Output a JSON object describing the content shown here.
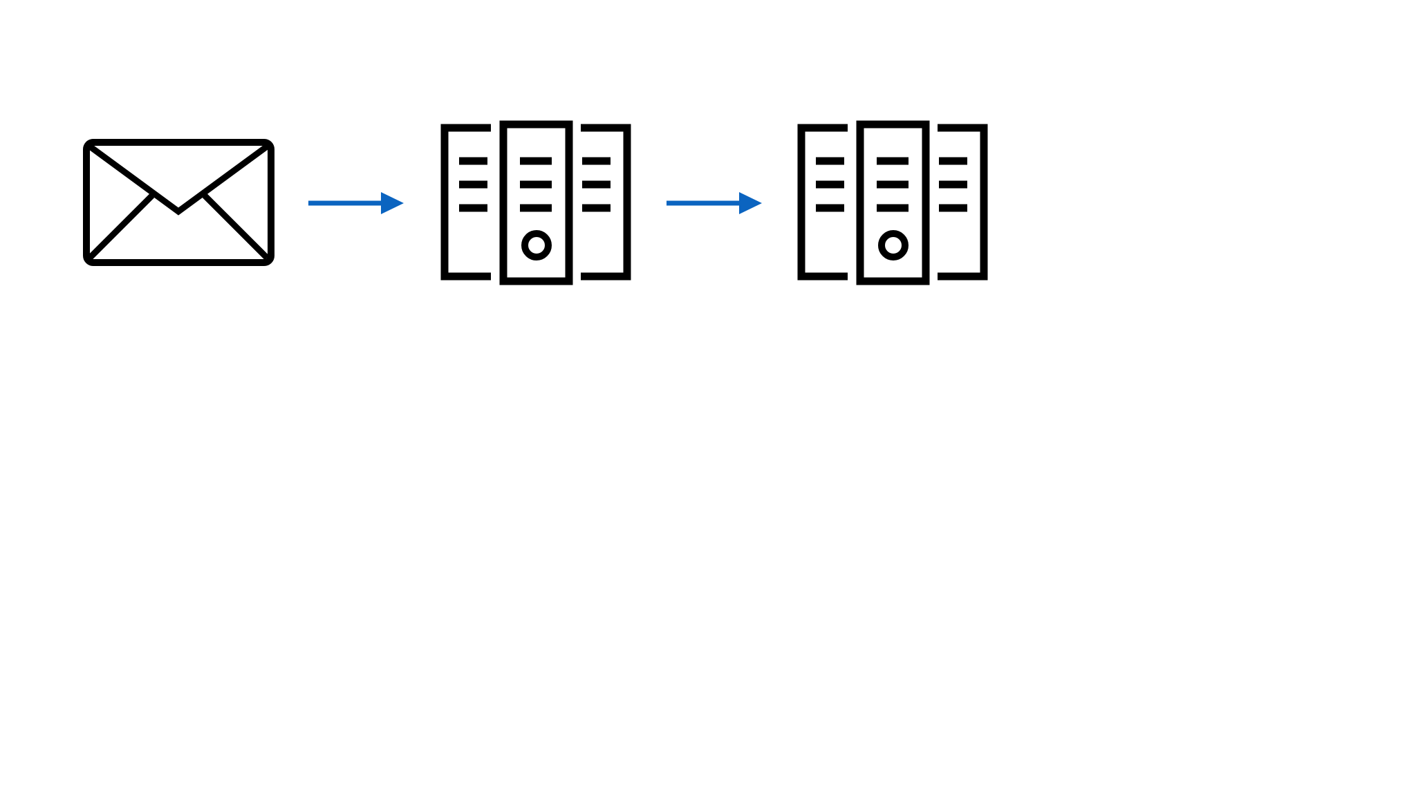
{
  "diagram": {
    "nodes": [
      {
        "id": "email",
        "icon": "envelope-icon"
      },
      {
        "id": "server-1",
        "icon": "server-rack-icon"
      },
      {
        "id": "server-2",
        "icon": "server-rack-icon"
      }
    ],
    "edges": [
      {
        "from": "email",
        "to": "server-1"
      },
      {
        "from": "server-1",
        "to": "server-2"
      }
    ],
    "colors": {
      "icon": "#000000",
      "arrow": "#0b64c0",
      "background": "#ffffff"
    }
  }
}
